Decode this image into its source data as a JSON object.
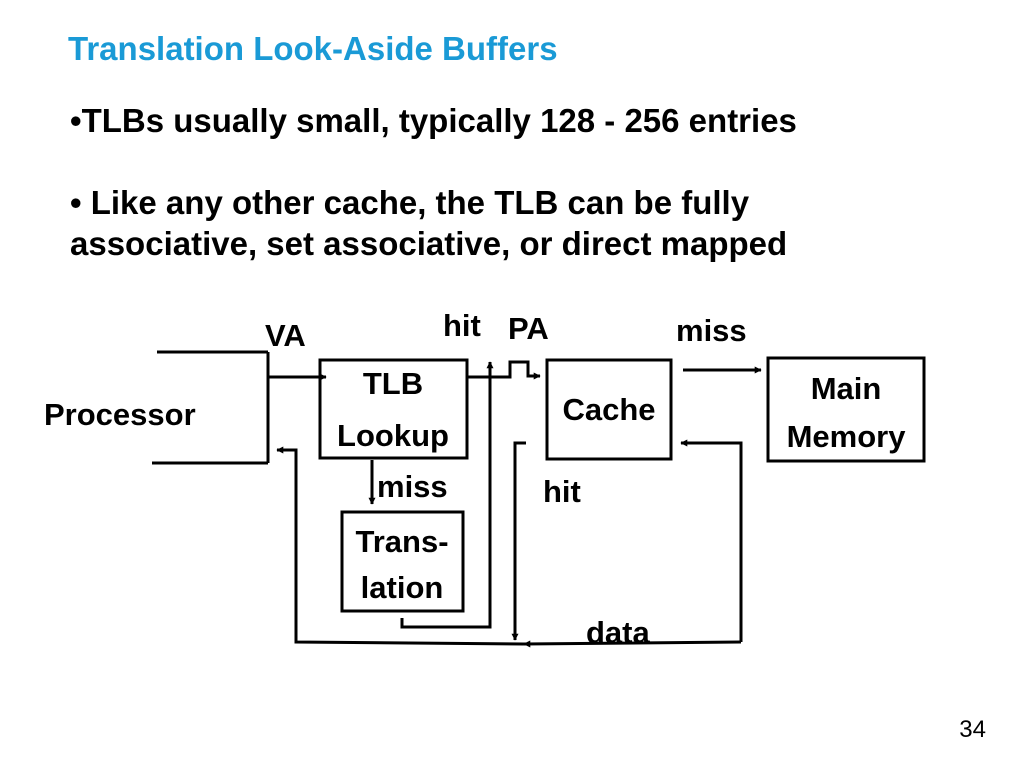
{
  "slide": {
    "title": "Translation Look-Aside Buffers",
    "page_number": "34",
    "bullets": [
      {
        "marker": "•",
        "text": "TLBs usually small, typically 128 - 256 entries"
      },
      {
        "marker": "•",
        "line1": " Like any other cache, the TLB can be fully",
        "line2": "associative, set associative, or direct mapped"
      }
    ]
  },
  "diagram": {
    "nodes": {
      "processor": "Processor",
      "tlb_line1": "TLB",
      "tlb_line2": "Lookup",
      "translation_line1": "Trans-",
      "translation_line2": "lation",
      "cache": "Cache",
      "memory_line1": "Main",
      "memory_line2": "Memory"
    },
    "labels": {
      "va": "VA",
      "tlb_hit": "hit",
      "pa": "PA",
      "cache_miss": "miss",
      "tlb_miss": "miss",
      "cache_hit": "hit",
      "data": "data"
    },
    "colors": {
      "title": "#1a9ad6",
      "stroke": "#000000"
    }
  }
}
